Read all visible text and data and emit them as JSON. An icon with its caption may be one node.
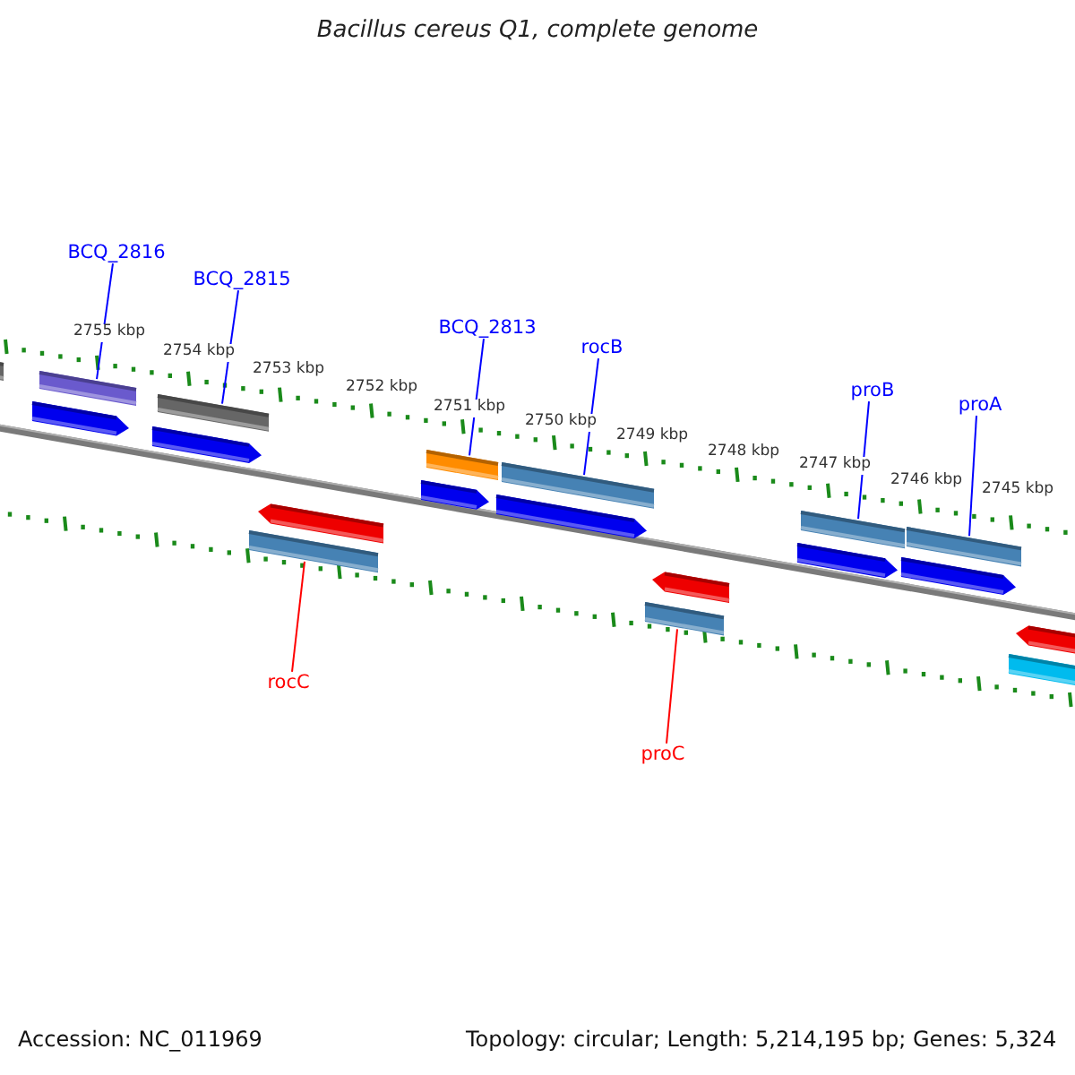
{
  "diagram": {
    "title": "Bacillus cereus Q1, complete genome",
    "nodes": [
      {
        "text": [
          "BCQ_2816"
        ]
      },
      {
        "text": [],
        "shape": "bar"
      },
      {
        "text": [
          "BCQ_2815"
        ]
      },
      {
        "text": [],
        "shape": "bar"
      },
      {
        "text": [
          "BCQ_2813"
        ]
      },
      {
        "text": [],
        "shape": "bar"
      },
      {
        "text": [
          "rocB"
        ]
      },
      {
        "text": [],
        "shape": "bar"
      },
      {
        "text": [
          "proB"
        ]
      },
      {
        "text": [],
        "shape": "bar"
      },
      {
        "text": [
          "proA"
        ]
      },
      {
        "text": [],
        "shape": "bar"
      },
      {
        "text": [
          "rocC"
        ]
      },
      {
        "text": [],
        "shape": "bar"
      },
      {
        "text": [
          "proC"
        ]
      },
      {
        "text": [],
        "shape": "bar"
      }
    ],
    "edges": [
      {
        "from": 0,
        "to": 1,
        "arrow": "none"
      },
      {
        "from": 2,
        "to": 3,
        "arrow": "none"
      },
      {
        "from": 4,
        "to": 5,
        "arrow": "none"
      },
      {
        "from": 6,
        "to": 7,
        "arrow": "none"
      },
      {
        "from": 8,
        "to": 9,
        "arrow": "none"
      },
      {
        "from": 10,
        "to": 11,
        "arrow": "none"
      },
      {
        "from": 12,
        "to": 13,
        "arrow": "none",
        "color": "#ff0000"
      },
      {
        "from": 14,
        "to": 15,
        "arrow": "none",
        "color": "#ff0000"
      }
    ],
    "labels": [
      "2755 kbp",
      "2754 kbp",
      "2753 kbp",
      "2752 kbp",
      "2751 kbp",
      "2750 kbp",
      "2749 kbp",
      "2748 kbp",
      "2747 kbp",
      "2746 kbp",
      "2745 kbp",
      "Accession: NC_011969",
      "Topology: circular; Length: 5,214,195 bp; Genes: 5,324"
    ]
  }
}
